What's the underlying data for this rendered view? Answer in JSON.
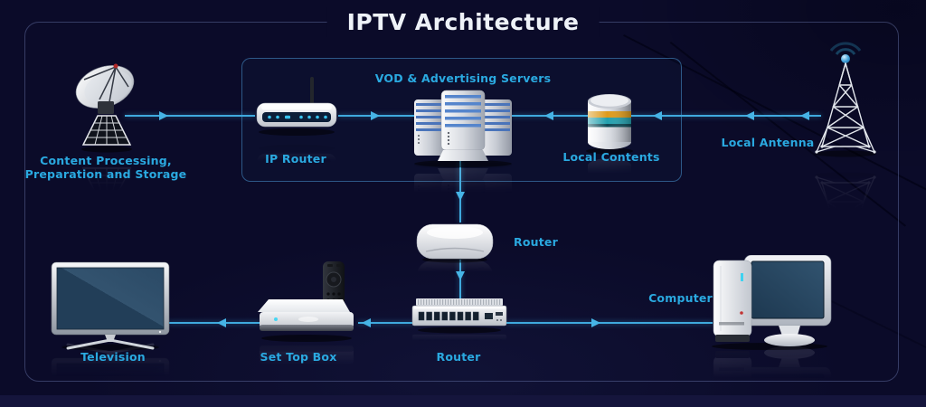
{
  "title": "IPTV Architecture",
  "colors": {
    "background": "#0b0b29",
    "accent_label": "#2aa9e0",
    "connector_line": "#3fa9dd",
    "frame_border": "#7d8ec8",
    "headend_box_border": "#4b96d2"
  },
  "nodes": {
    "content_processing": {
      "icon": "satellite-dish-icon",
      "label_line1": "Content Processing,",
      "label_line2": "Preparation and Storage"
    },
    "ip_router": {
      "icon": "wireless-router-icon",
      "label": "IP Router"
    },
    "vod_servers": {
      "icon": "server-rack-icon",
      "label": "VOD & Advertising Servers"
    },
    "local_contents": {
      "icon": "database-cylinder-icon",
      "label": "Local Contents"
    },
    "local_antenna": {
      "icon": "antenna-tower-icon",
      "label": "Local Antenna"
    },
    "distribution_router": {
      "icon": "home-router-icon",
      "label": "Router"
    },
    "television": {
      "icon": "television-icon",
      "label": "Television"
    },
    "set_top_box": {
      "icon": "set-top-box-icon",
      "label": "Set Top Box"
    },
    "access_router": {
      "icon": "network-switch-icon",
      "label": "Router"
    },
    "computer": {
      "icon": "desktop-computer-icon",
      "label": "Computer"
    }
  }
}
